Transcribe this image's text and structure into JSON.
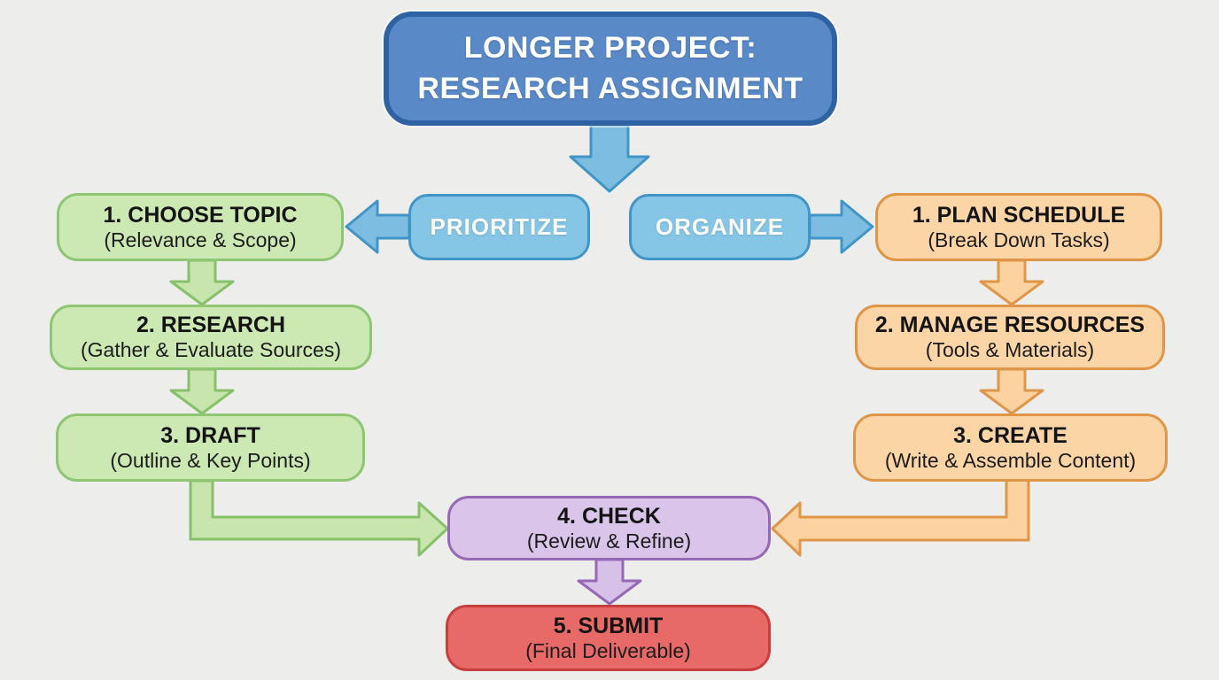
{
  "title": {
    "line1": "LONGER PROJECT:",
    "line2": "RESEARCH ASSIGNMENT"
  },
  "branch_labels": {
    "prioritize": "PRIORITIZE",
    "organize": "ORGANIZE"
  },
  "left_steps": [
    {
      "title": "1. CHOOSE TOPIC",
      "subtitle": "(Relevance & Scope)"
    },
    {
      "title": "2. RESEARCH",
      "subtitle": "(Gather & Evaluate Sources)"
    },
    {
      "title": "3. DRAFT",
      "subtitle": "(Outline & Key Points)"
    }
  ],
  "right_steps": [
    {
      "title": "1. PLAN SCHEDULE",
      "subtitle": "(Break Down Tasks)"
    },
    {
      "title": "2. MANAGE RESOURCES",
      "subtitle": "(Tools & Materials)"
    },
    {
      "title": "3. CREATE",
      "subtitle": "(Write & Assemble Content)"
    }
  ],
  "merge_step": {
    "title": "4. CHECK",
    "subtitle": "(Review & Refine)"
  },
  "final_step": {
    "title": "5. SUBMIT",
    "subtitle": "(Final Deliverable)"
  },
  "colors": {
    "background": "#ededec",
    "title_fill": "#5989c7",
    "title_border": "#2e62a3",
    "title_text": "#ffffff",
    "connector_fill": "#85c5e5",
    "connector_border": "#4195c6",
    "connector_text": "#ffffff",
    "blue_arrow_fill": "#7ebde2",
    "green_fill": "#cce8b3",
    "green_border": "#8ec673",
    "orange_fill": "#fbd5a5",
    "orange_border": "#df9648",
    "purple_fill": "#dac4ea",
    "purple_border": "#9569b5",
    "red_fill": "#e86a68",
    "red_border": "#c63f3e",
    "step_text": "#141414"
  }
}
